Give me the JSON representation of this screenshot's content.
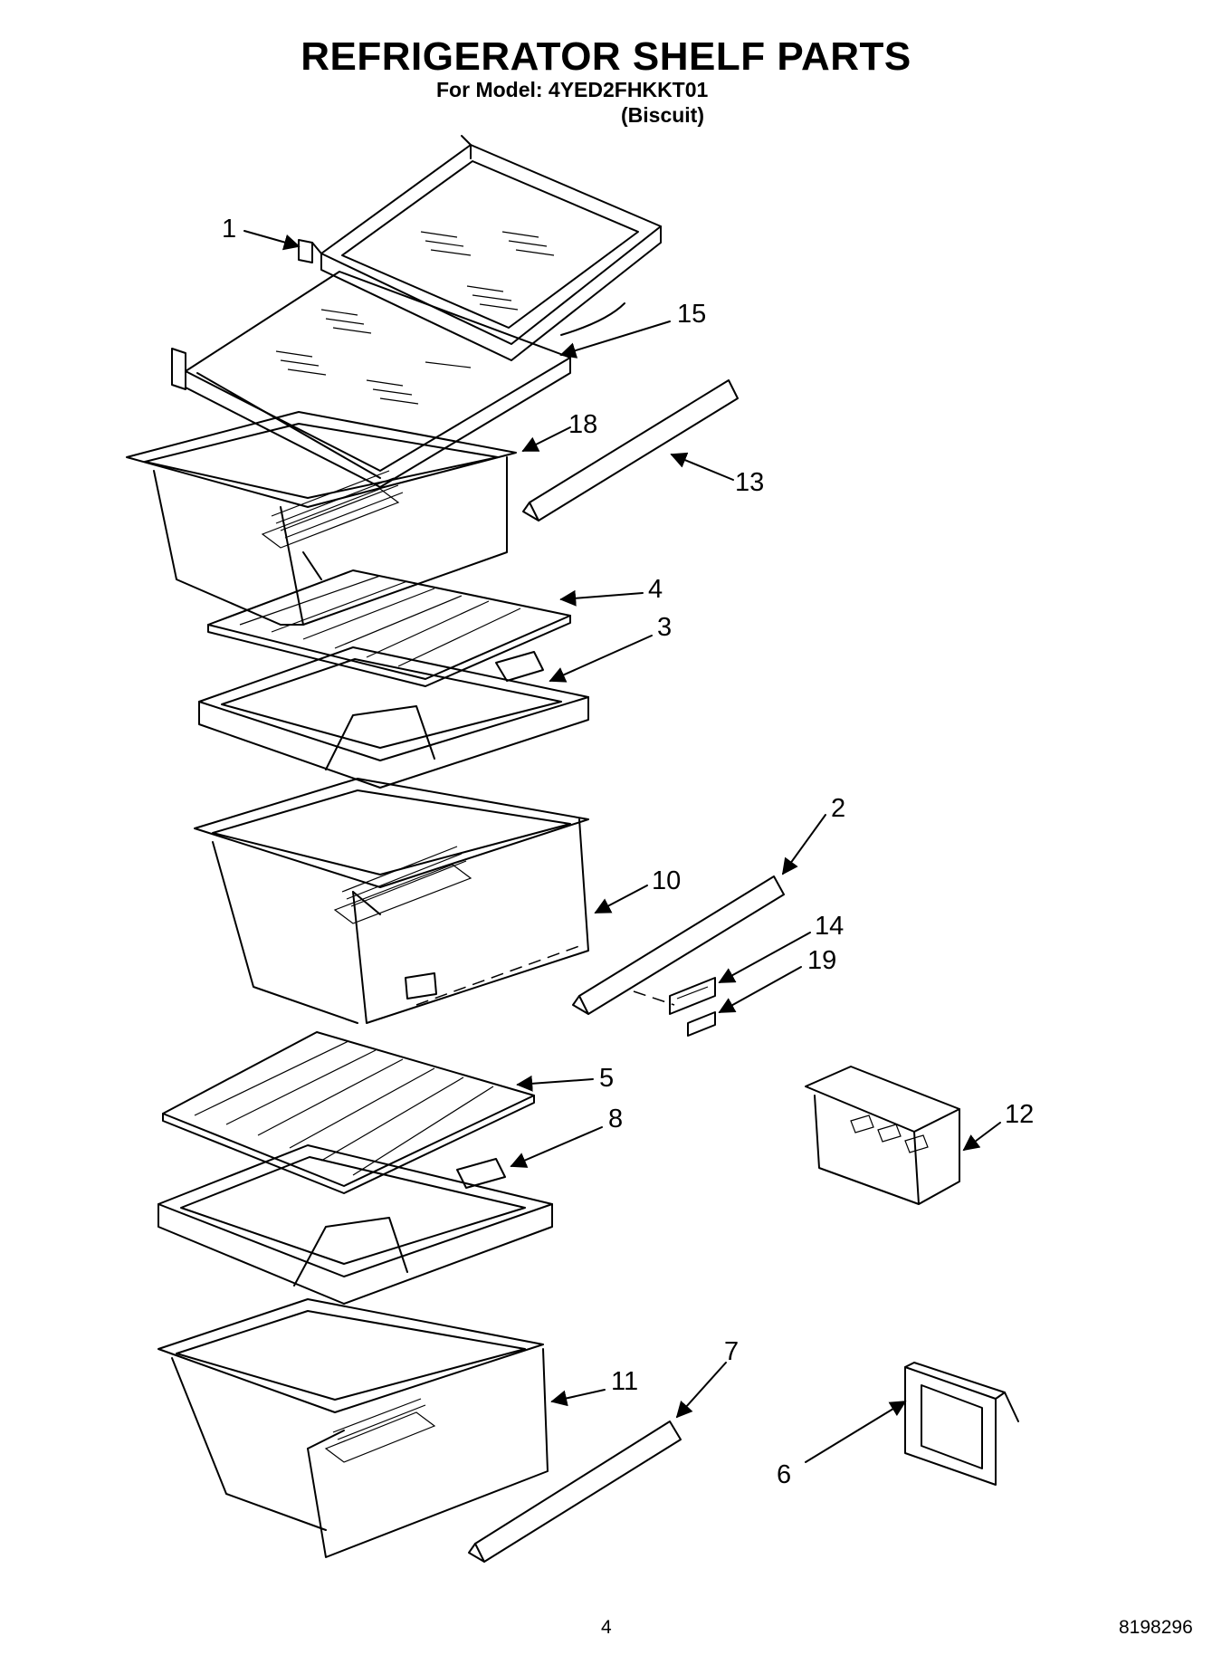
{
  "header": {
    "title": "REFRIGERATOR SHELF PARTS",
    "model_line": "For Model: 4YED2FHKKT01",
    "variant": "(Biscuit)"
  },
  "footer": {
    "page_number": "4",
    "document_number": "8198296"
  },
  "callouts": [
    "1",
    "15",
    "18",
    "13",
    "4",
    "3",
    "2",
    "10",
    "14",
    "19",
    "5",
    "8",
    "12",
    "7",
    "11",
    "6"
  ]
}
